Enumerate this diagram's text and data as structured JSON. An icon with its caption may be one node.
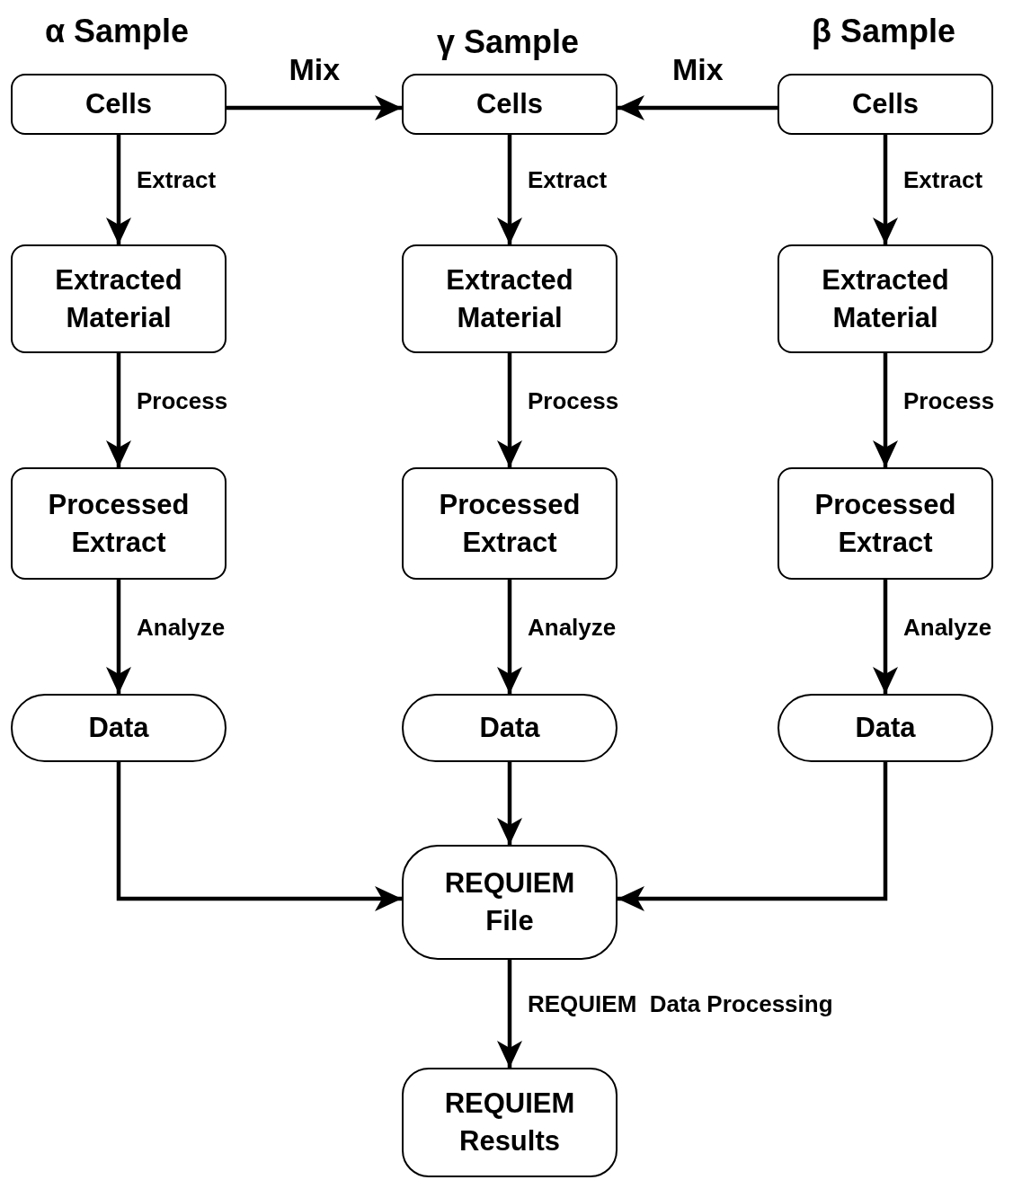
{
  "diagram": {
    "nodes": [
      {
        "text": [
          "Cells"
        ],
        "beside": [
          "α Sample"
        ]
      },
      {
        "text": [
          "Cells"
        ],
        "beside": [
          "γ Sample"
        ]
      },
      {
        "text": [
          "Cells"
        ],
        "beside": [
          "β Sample"
        ]
      },
      {
        "text": [
          "Extracted Material"
        ]
      },
      {
        "text": [
          "Extracted Material"
        ]
      },
      {
        "text": [
          "Extracted Material"
        ]
      },
      {
        "text": [
          "Processed Extract"
        ]
      },
      {
        "text": [
          "Processed Extract"
        ]
      },
      {
        "text": [
          "Processed Extract"
        ]
      },
      {
        "text": [
          "Data"
        ]
      },
      {
        "text": [
          "Data"
        ]
      },
      {
        "text": [
          "Data"
        ]
      },
      {
        "text": [
          "REQUIEM File"
        ]
      },
      {
        "text": [
          "REQUIEM Results"
        ]
      }
    ],
    "edges": [
      {
        "from": 0,
        "to": 1,
        "arrow": "to",
        "label": "Mix"
      },
      {
        "from": 2,
        "to": 1,
        "arrow": "to",
        "label": "Mix"
      },
      {
        "from": 0,
        "to": 3,
        "arrow": "to",
        "label": "Extract"
      },
      {
        "from": 1,
        "to": 4,
        "arrow": "to",
        "label": "Extract"
      },
      {
        "from": 2,
        "to": 5,
        "arrow": "to",
        "label": "Extract"
      },
      {
        "from": 3,
        "to": 6,
        "arrow": "to",
        "label": "Process"
      },
      {
        "from": 4,
        "to": 7,
        "arrow": "to",
        "label": "Process"
      },
      {
        "from": 5,
        "to": 8,
        "arrow": "to",
        "label": "Process"
      },
      {
        "from": 6,
        "to": 9,
        "arrow": "to",
        "label": "Analyze"
      },
      {
        "from": 7,
        "to": 10,
        "arrow": "to",
        "label": "Analyze"
      },
      {
        "from": 8,
        "to": 11,
        "arrow": "to",
        "label": "Analyze"
      },
      {
        "from": 9,
        "to": 12,
        "arrow": "to"
      },
      {
        "from": 10,
        "to": 12,
        "arrow": "to"
      },
      {
        "from": 11,
        "to": 12,
        "arrow": "to"
      },
      {
        "from": 12,
        "to": 13,
        "arrow": "to",
        "label": "REQUIEM  Data Processing"
      }
    ]
  }
}
